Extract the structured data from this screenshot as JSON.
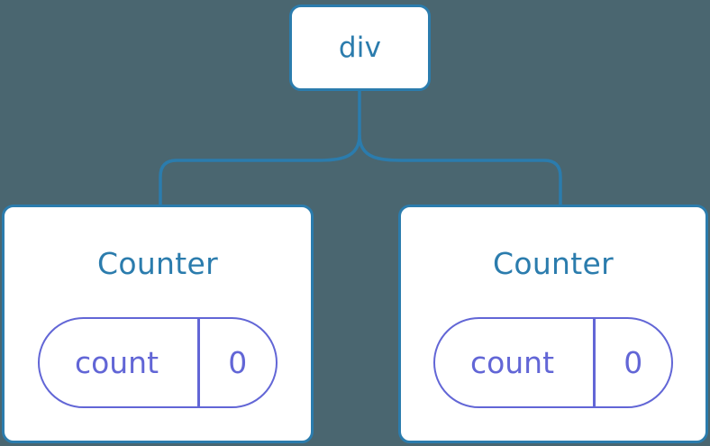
{
  "diagram": {
    "title": "react component tree with state",
    "background_color": "#4a6670",
    "node_border_color": "#2b7cad",
    "node_text_color": "#2b7cad",
    "connector_color": "#2b7cad",
    "pill_color": "#6266d6"
  },
  "root": {
    "label": "div"
  },
  "components": [
    {
      "title": "Counter",
      "state": {
        "key": "count",
        "value": "0"
      }
    },
    {
      "title": "Counter",
      "state": {
        "key": "count",
        "value": "0"
      }
    }
  ]
}
